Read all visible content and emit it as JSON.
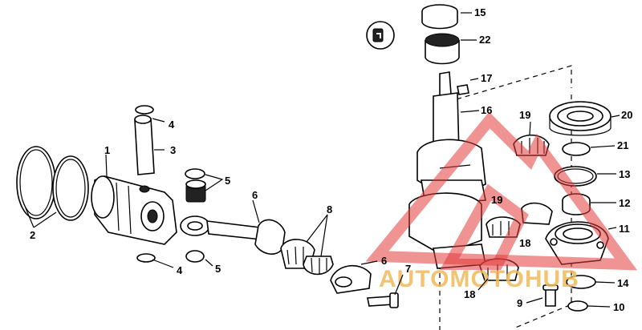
{
  "watermark": {
    "text": "AUTOMOTOHUB",
    "red": "#e23a3a",
    "yellow": "#f2b95a"
  },
  "callouts": {
    "c1": "1",
    "c2": "2",
    "c3": "3",
    "c4a": "4",
    "c4b": "4",
    "c5a": "5",
    "c5b": "5",
    "c6a": "6",
    "c6b": "6",
    "c7": "7",
    "c8": "8",
    "c9": "9",
    "c10": "10",
    "c11": "11",
    "c12": "12",
    "c13": "13",
    "c14": "14",
    "c15": "15",
    "c16": "16",
    "c17": "17",
    "c18a": "18",
    "c18b": "18",
    "c19a": "19",
    "c19b": "19",
    "c20": "20",
    "c21": "21",
    "c22": "22"
  }
}
